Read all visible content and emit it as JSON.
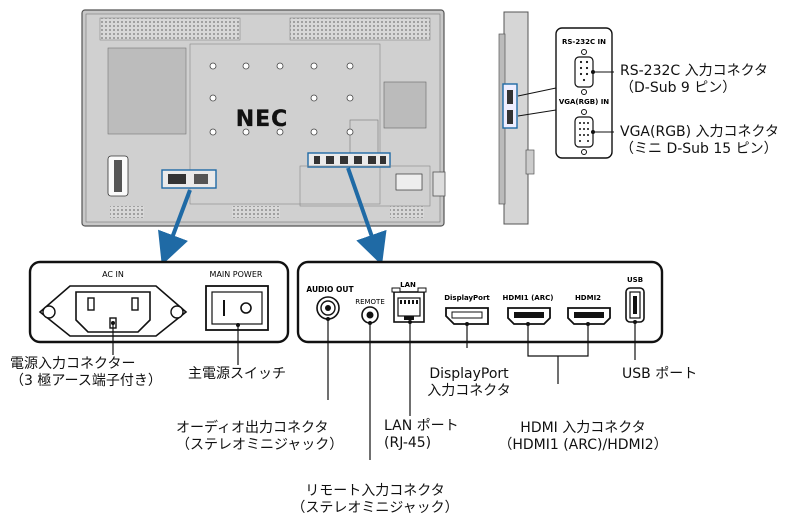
{
  "brand": {
    "logo_text": "NEC"
  },
  "panel_left": {
    "ac_in": "AC IN",
    "main_power": "MAIN POWER"
  },
  "panel_right": {
    "audio_out": "AUDIO OUT",
    "remote": "REMOTE",
    "lan": "LAN",
    "displayport": "DisplayPort",
    "hdmi1": "HDMI1 (ARC)",
    "hdmi2": "HDMI2",
    "usb": "USB"
  },
  "side_panel": {
    "rs232c_in": "RS-232C IN",
    "vga_in": "VGA(RGB) IN"
  },
  "callouts": {
    "rs232c_line1": "RS-232C 入力コネクタ",
    "rs232c_line2": "（D-Sub 9 ピン）",
    "vga_line1": "VGA(RGB) 入力コネクタ",
    "vga_line2": "（ミニ D-Sub 15 ピン）",
    "power_conn_line1": "電源入力コネクター",
    "power_conn_line2": "（3 極アース端子付き）",
    "main_switch": "主電源スイッチ",
    "audio_line1": "オーディオ出力コネクタ",
    "audio_line2": "（ステレオミニジャック）",
    "remote_line1": "リモート入力コネクタ",
    "remote_line2": "（ステレオミニジャック）",
    "lan_line1": "LAN ポート",
    "lan_line2": "(RJ-45)",
    "dp_line1": "DisplayPort",
    "dp_line2": "入力コネクタ",
    "hdmi_line1": "HDMI 入力コネクタ",
    "hdmi_line2": "（HDMI1 (ARC)/HDMI2）",
    "usb": "USB ポート"
  }
}
